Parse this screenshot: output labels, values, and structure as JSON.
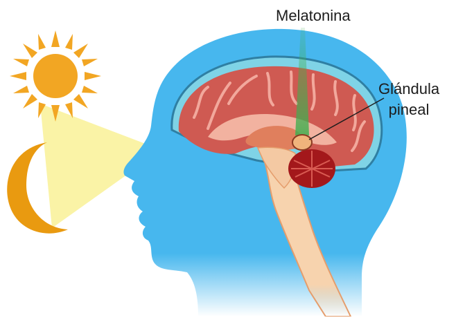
{
  "labels": {
    "melatonin": "Melatonina",
    "pineal_line1": "Glándula",
    "pineal_line2": "pineal"
  },
  "colors": {
    "sun": "#f2a623",
    "moon": "#e99a10",
    "light_beam": "#faf3a6",
    "head": "#47b7ee",
    "brain_cortex": "#cf5a52",
    "brain_inner": "#f2b2a0",
    "cerebellum": "#a3181b",
    "spinal_cord": "#f7d3ae",
    "melatonin_beam": "#3fae4f",
    "pineal": "#f0b47c",
    "text": "#1d1d1d"
  },
  "icons": {
    "sun": "sun-icon",
    "moon": "crescent-moon-icon"
  }
}
